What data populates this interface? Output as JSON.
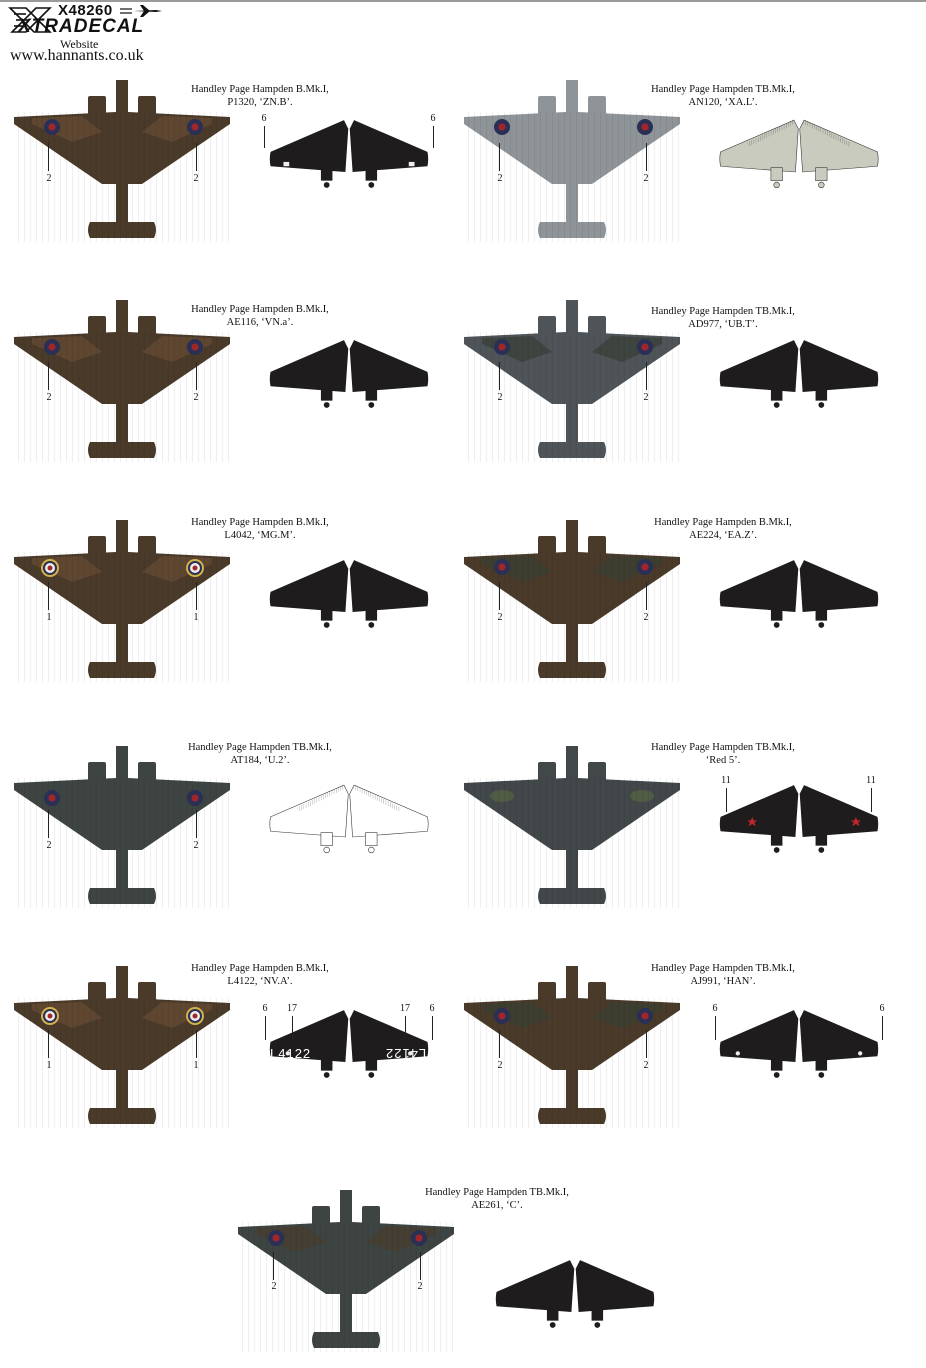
{
  "header": {
    "product_code": "X48260",
    "brand": "XTRADECAL",
    "website_label": "Website",
    "website_url": "www.hannants.co.uk"
  },
  "colors": {
    "dark_earth": "#5a4330",
    "dark_green": "#3d3d30",
    "night_black": "#1e1c1c",
    "sea_grey": "#8f9499",
    "dark_sea_grey": "#4e5457",
    "sky_white": "#c9cbbf",
    "roundel_blue": "#2a2f56",
    "roundel_red": "#a0262a",
    "roundel_yellow": "#d4b24a"
  },
  "profiles": [
    {
      "id": "p1",
      "caption_line1": "Handley Page Hampden B.Mk.I,",
      "caption_line2": "P1320, ‘ZN.B’.",
      "upper_scheme": "earth-green",
      "lower_scheme": "black",
      "upper_callouts": [
        "2",
        "2"
      ],
      "lower_callouts": [
        "6",
        "6"
      ]
    },
    {
      "id": "p2",
      "caption_line1": "Handley Page Hampden TB.Mk.I,",
      "caption_line2": "AN120, ‘XA.L’.",
      "upper_scheme": "sea-grey",
      "lower_scheme": "sky",
      "upper_callouts": [
        "2",
        "2"
      ],
      "lower_callouts": []
    },
    {
      "id": "p3",
      "caption_line1": "Handley Page Hampden B.Mk.I,",
      "caption_line2": "AE116, ‘VN.a’.",
      "upper_scheme": "earth-green",
      "lower_scheme": "black",
      "upper_callouts": [
        "2",
        "2"
      ],
      "lower_callouts": []
    },
    {
      "id": "p4",
      "caption_line1": "Handley Page Hampden TB.Mk.I,",
      "caption_line2": "AD977, ‘UB.T’.",
      "upper_scheme": "dark-grey",
      "lower_scheme": "black",
      "upper_callouts": [
        "2",
        "2"
      ],
      "lower_callouts": []
    },
    {
      "id": "p5",
      "caption_line1": "Handley Page Hampden B.Mk.I,",
      "caption_line2": "L4042, ‘MG.M’.",
      "upper_scheme": "earth-green",
      "lower_scheme": "black",
      "upper_callouts": [
        "1",
        "1"
      ],
      "lower_callouts": []
    },
    {
      "id": "p6",
      "caption_line1": "Handley Page Hampden B.Mk.I,",
      "caption_line2": "AE224, ‘EA.Z’.",
      "upper_scheme": "earth-green",
      "lower_scheme": "black",
      "upper_callouts": [
        "2",
        "2"
      ],
      "lower_callouts": []
    },
    {
      "id": "p7",
      "caption_line1": "Handley Page Hampden TB.Mk.I,",
      "caption_line2": "AT184, ‘U.2’.",
      "upper_scheme": "dark-grey",
      "lower_scheme": "white",
      "upper_callouts": [
        "2",
        "2"
      ],
      "lower_callouts": []
    },
    {
      "id": "p8",
      "caption_line1": "Handley Page Hampden TB.Mk.I,",
      "caption_line2": "‘Red 5’.",
      "upper_scheme": "dark-grey-plain",
      "lower_scheme": "black-red-star",
      "upper_callouts": [],
      "lower_callouts": [
        "11",
        "11"
      ]
    },
    {
      "id": "p9",
      "caption_line1": "Handley Page Hampden B.Mk.I,",
      "caption_line2": "L4122, ‘NV.A’.",
      "upper_scheme": "earth-green",
      "lower_scheme": "black-serial",
      "upper_callouts": [
        "1",
        "1"
      ],
      "lower_callouts": [
        "6",
        "17",
        "17",
        "6"
      ],
      "lower_serial": "L4122"
    },
    {
      "id": "p10",
      "caption_line1": "Handley Page Hampden TB.Mk.I,",
      "caption_line2": "AJ991, ‘HAN’.",
      "upper_scheme": "earth-green",
      "lower_scheme": "black",
      "upper_callouts": [
        "2",
        "2"
      ],
      "lower_callouts": [
        "6",
        "6"
      ]
    },
    {
      "id": "p11",
      "caption_line1": "Handley Page Hampden TB.Mk.I,",
      "caption_line2": "AE261, ‘C’.",
      "upper_scheme": "dark-grey",
      "lower_scheme": "black",
      "upper_callouts": [
        "2",
        "2"
      ],
      "lower_callouts": []
    }
  ]
}
